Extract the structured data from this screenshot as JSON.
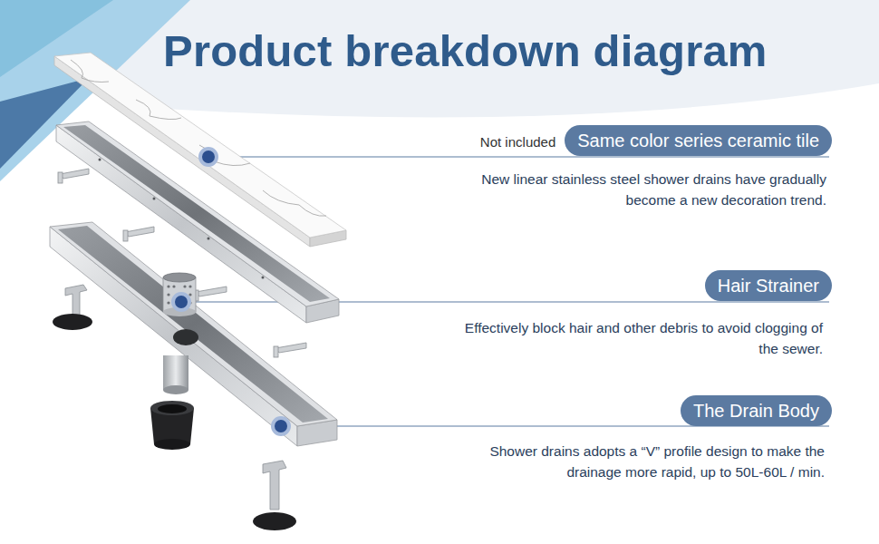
{
  "diagram": {
    "title": "Product breakdown diagram",
    "nodes": [
      {
        "text": [
          "Same color series ceramic tile"
        ]
      },
      {
        "text": [
          "Hair Strainer"
        ]
      },
      {
        "text": [
          "The Drain Body"
        ]
      }
    ],
    "labels": [
      "Not included",
      "New linear stainless steel shower drains have gradually become a new decoration trend.",
      "Effectively block hair and other debris to avoid clogging of the sewer.",
      "Shower drains adopts a “V” profile design to make the drainage more rapid, up to 50L-60L / min."
    ]
  }
}
